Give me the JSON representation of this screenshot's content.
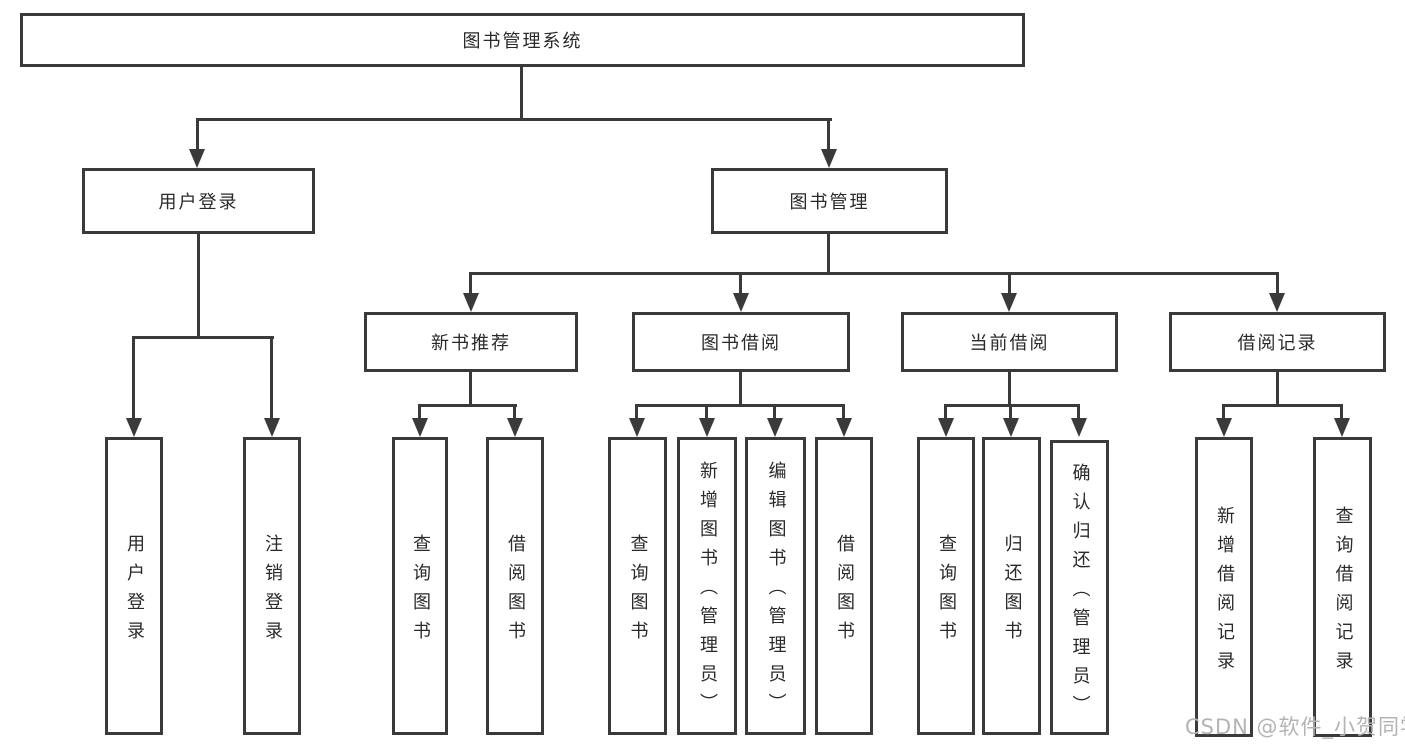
{
  "diagram": {
    "watermark": "CSDN @软件_小贺同学",
    "colors": {
      "line": "#3a3a3a",
      "text": "#2a2a2a",
      "watermark": "#b4b4b4",
      "background": "#ffffff"
    },
    "tree": {
      "label": "图书管理系统",
      "children": [
        {
          "label": "用户登录",
          "children": [
            {
              "label": "用户登录"
            },
            {
              "label": "注销登录"
            }
          ]
        },
        {
          "label": "图书管理",
          "children": [
            {
              "label": "新书推荐",
              "children": [
                {
                  "label": "查询图书"
                },
                {
                  "label": "借阅图书"
                }
              ]
            },
            {
              "label": "图书借阅",
              "children": [
                {
                  "label": "查询图书"
                },
                {
                  "label": "新增图书（管理员）"
                },
                {
                  "label": "编辑图书（管理员）"
                },
                {
                  "label": "借阅图书"
                }
              ]
            },
            {
              "label": "当前借阅",
              "children": [
                {
                  "label": "查询图书"
                },
                {
                  "label": "归还图书"
                },
                {
                  "label": "确认归还（管理员）"
                }
              ]
            },
            {
              "label": "借阅记录",
              "children": [
                {
                  "label": "新增借阅记录"
                },
                {
                  "label": "查询借阅记录"
                }
              ]
            }
          ]
        }
      ]
    }
  }
}
